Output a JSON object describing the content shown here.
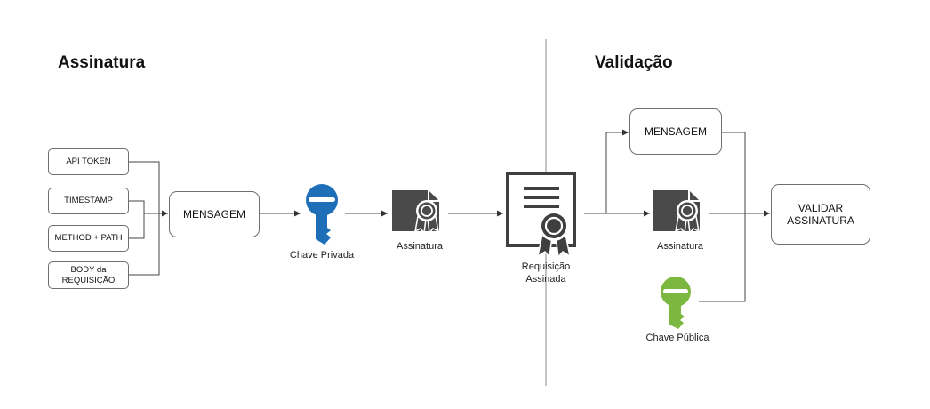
{
  "sections": {
    "left_title": "Assinatura",
    "right_title": "Validação"
  },
  "inputs": [
    {
      "label": "API TOKEN"
    },
    {
      "label": "TIMESTAMP"
    },
    {
      "label": "METHOD + PATH"
    },
    {
      "label": "BODY da REQUISIÇÃO"
    }
  ],
  "signing": {
    "message_label": "MENSAGEM",
    "private_key_label": "Chave Privada",
    "signature_label": "Assinatura",
    "signed_request_label": "Requisição Assinada"
  },
  "validation": {
    "message_label": "MENSAGEM",
    "signature_label": "Assinatura",
    "public_key_label": "Chave Pública",
    "validate_label": "VALIDAR ASSINATURA"
  },
  "colors": {
    "private_key": "#1f6fb8",
    "public_key": "#7cb83f",
    "icon_dark": "#4a4a4a",
    "line": "#333333",
    "divider": "#777777"
  },
  "icons": {
    "private_key": "key-icon",
    "public_key": "key-icon",
    "signature": "certificate-icon",
    "signed_request": "signed-document-icon"
  }
}
